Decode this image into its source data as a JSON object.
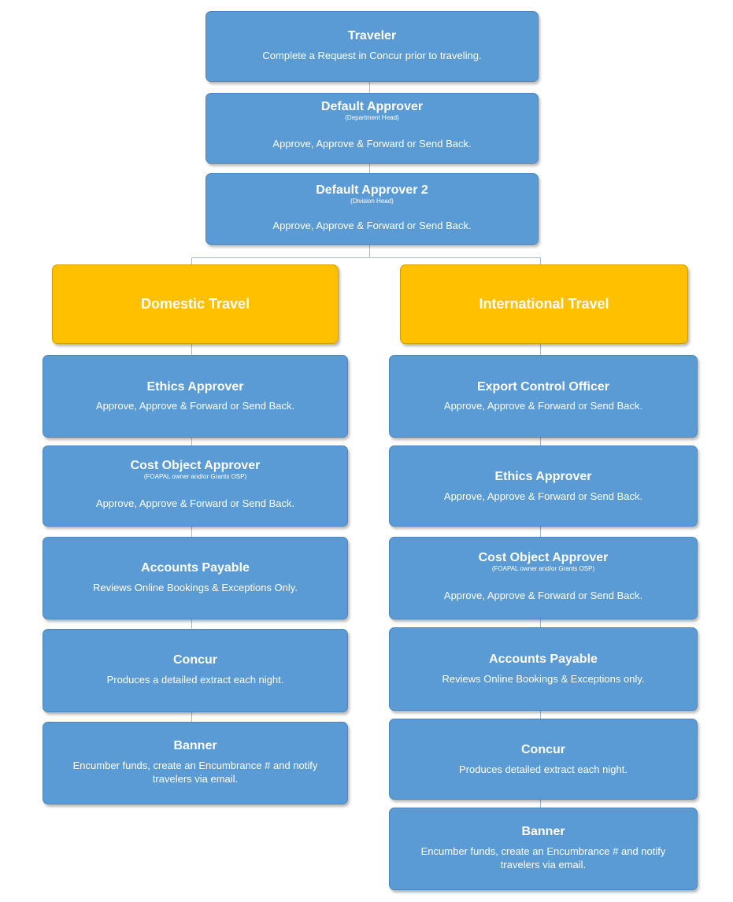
{
  "top": [
    {
      "title": "Traveler",
      "desc": "Complete a Request in Concur prior to traveling."
    },
    {
      "title": "Default Approver",
      "sub": "(Department Head)",
      "desc": "Approve, Approve & Forward or Send Back."
    },
    {
      "title": "Default Approver 2",
      "sub": "(Division Head)",
      "desc": "Approve, Approve & Forward or Send Back."
    }
  ],
  "domestic": {
    "label": "Domestic Travel",
    "steps": [
      {
        "title": "Ethics Approver",
        "desc": "Approve, Approve & Forward or Send Back."
      },
      {
        "title": "Cost Object Approver",
        "sub": "(FOAPAL owner and/or Grants OSP)",
        "desc": "Approve, Approve & Forward or Send Back."
      },
      {
        "title": "Accounts Payable",
        "desc": "Reviews Online Bookings & Exceptions Only."
      },
      {
        "title": "Concur",
        "desc": "Produces a detailed extract each night."
      },
      {
        "title": "Banner",
        "desc": "Encumber funds, create an Encumbrance # and notify travelers via email."
      }
    ]
  },
  "international": {
    "label": "International Travel",
    "steps": [
      {
        "title": "Export Control Officer",
        "desc": "Approve, Approve & Forward or Send Back."
      },
      {
        "title": "Ethics Approver",
        "desc": "Approve, Approve & Forward or Send Back."
      },
      {
        "title": "Cost Object Approver",
        "sub": "(FOAPAL owner and/or Grants OSP)",
        "desc": "Approve, Approve & Forward or Send Back."
      },
      {
        "title": "Accounts Payable",
        "desc": "Reviews Online Bookings & Exceptions only."
      },
      {
        "title": "Concur",
        "desc": "Produces detailed extract each night."
      },
      {
        "title": "Banner",
        "desc": "Encumber funds, create an Encumbrance # and notify travelers via email."
      }
    ]
  },
  "colors": {
    "box": "#5b9bd5",
    "branch": "#ffc000",
    "text": "#ffffff"
  }
}
